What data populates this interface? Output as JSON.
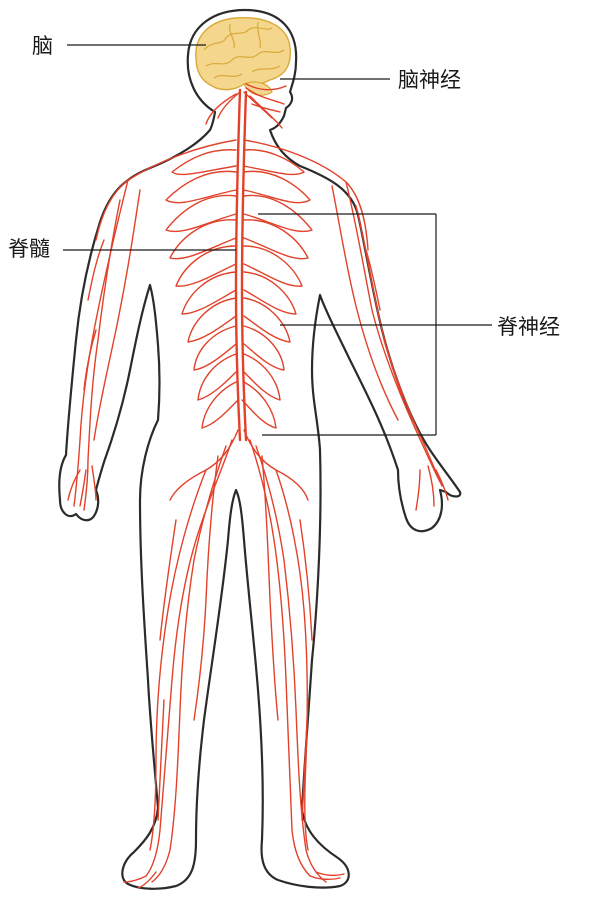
{
  "labels": {
    "brain": "脑",
    "cranial_nerves": "脑神经",
    "spinal_cord": "脊髓",
    "spinal_nerves": "脊神经"
  },
  "colors": {
    "outline": "#2b2b2b",
    "nerve": "#e2412a",
    "brain_fill": "#f4d78c",
    "brain_stroke": "#d9a93a",
    "leader": "#1a1a1a",
    "background": "#ffffff"
  }
}
